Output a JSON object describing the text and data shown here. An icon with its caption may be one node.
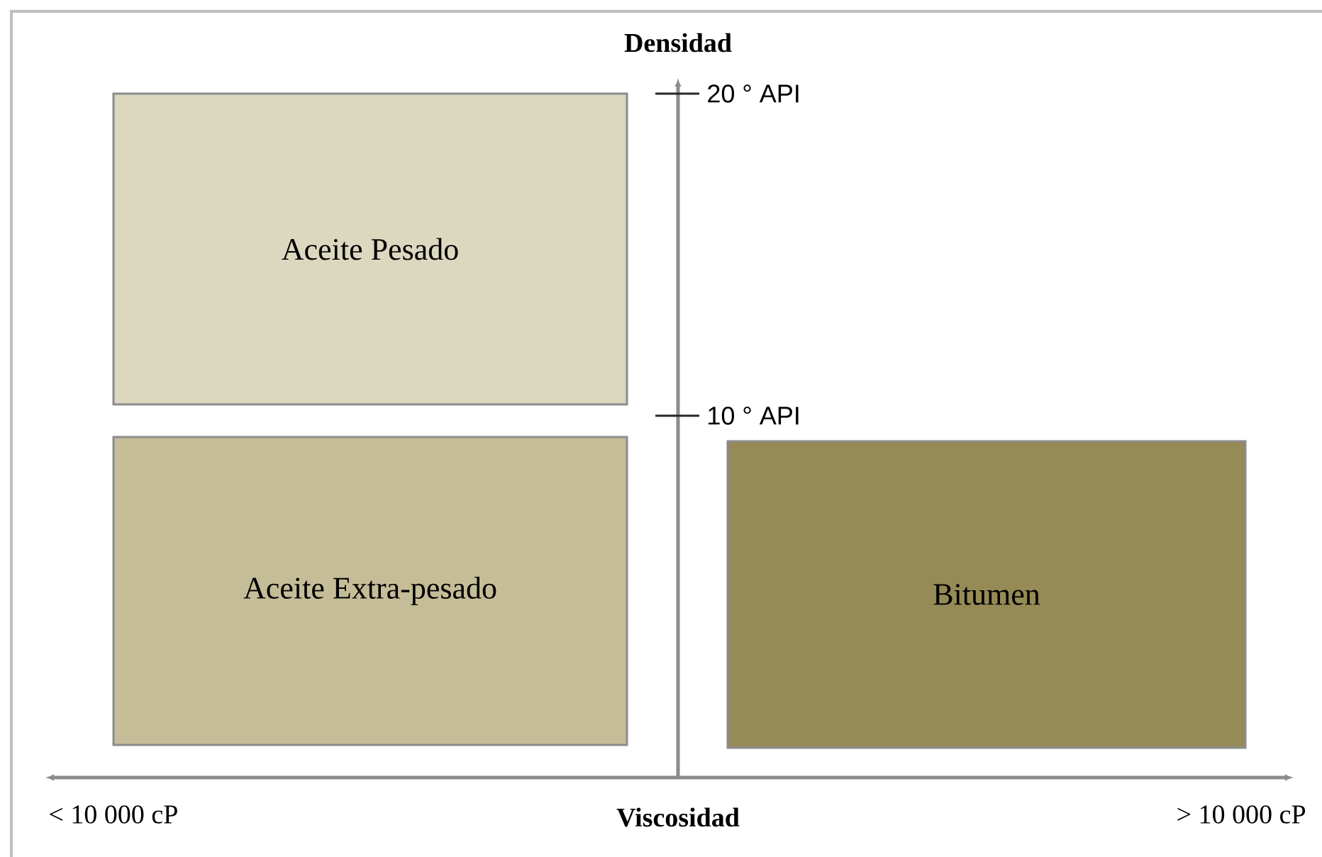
{
  "diagram": {
    "nodes": [
      {
        "text": [
          "Aceite Pesado"
        ]
      },
      {
        "text": [
          "Aceite Extra-pesado"
        ]
      },
      {
        "text": [
          "Bitumen"
        ]
      }
    ],
    "labels": [
      "Densidad",
      "20 ° API",
      "10 ° API",
      "< 10 000 cP",
      "Viscosidad",
      "> 10 000 cP"
    ]
  }
}
